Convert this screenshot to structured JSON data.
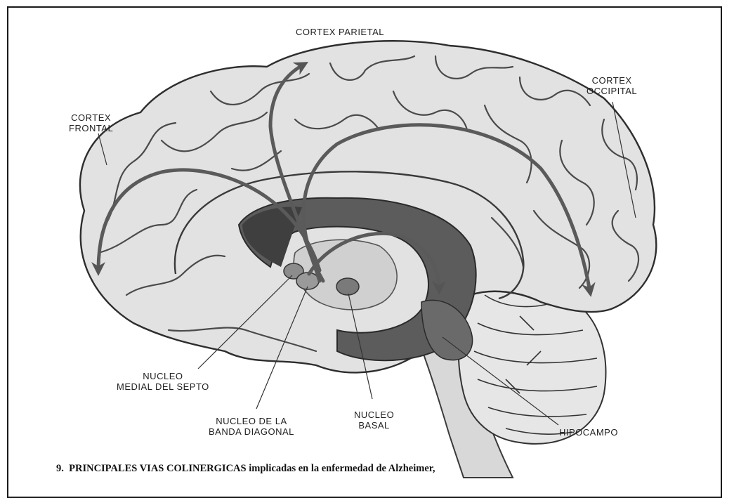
{
  "labels": {
    "cortex_parietal": "CORTEX PARIETAL",
    "cortex_occipital_1": "CORTEX",
    "cortex_occipital_2": "OCCIPITAL",
    "cortex_frontal_1": "CORTEX",
    "cortex_frontal_2": "FRONTAL",
    "nucleo_medial_1": "NUCLEO",
    "nucleo_medial_2": "MEDIAL DEL SEPTO",
    "nucleo_banda_1": "NUCLEO DE LA",
    "nucleo_banda_2": "BANDA DIAGONAL",
    "nucleo_basal_1": "NUCLEO",
    "nucleo_basal_2": "BASAL",
    "hipocampo": "HIPOCAMPO"
  },
  "caption": {
    "number": "9.",
    "title": "PRINCIPALES VIAS COLINERGICAS",
    "rest": "implicadas en la enfermedad de Alzheimer,"
  },
  "colors": {
    "brain_fill": "#e2e2e2",
    "sulcus": "#4a4a4a",
    "callosum": "#5c5c5c",
    "arrow": "#5a5a5a",
    "text": "#222222"
  }
}
